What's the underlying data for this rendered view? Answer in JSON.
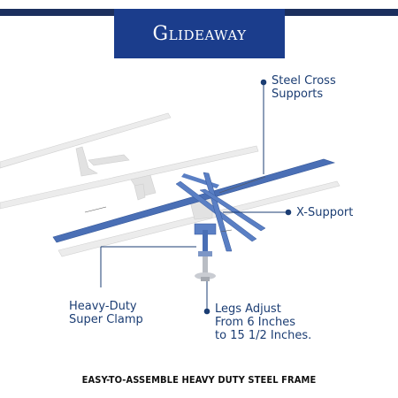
{
  "brand": {
    "name": "Glideaway"
  },
  "callouts": {
    "steel_cross_supports": [
      "Steel Cross",
      "Supports"
    ],
    "x_support": [
      "X-Support"
    ],
    "super_clamp": [
      "Heavy-Duty",
      "Super Clamp"
    ],
    "legs_adjust": [
      "Legs Adjust",
      "From 6 Inches",
      "to 15 1/2 Inches."
    ]
  },
  "caption": "EASY-TO-ASSEMBLE HEAVY DUTY STEEL FRAME",
  "colors": {
    "brand_navy": "#1b3d8c",
    "top_bar": "#1b2f5e",
    "steel_blue": "#4a6fb5",
    "frame_grey": "#e6e6e6",
    "callout_text": "#1b3d73"
  }
}
